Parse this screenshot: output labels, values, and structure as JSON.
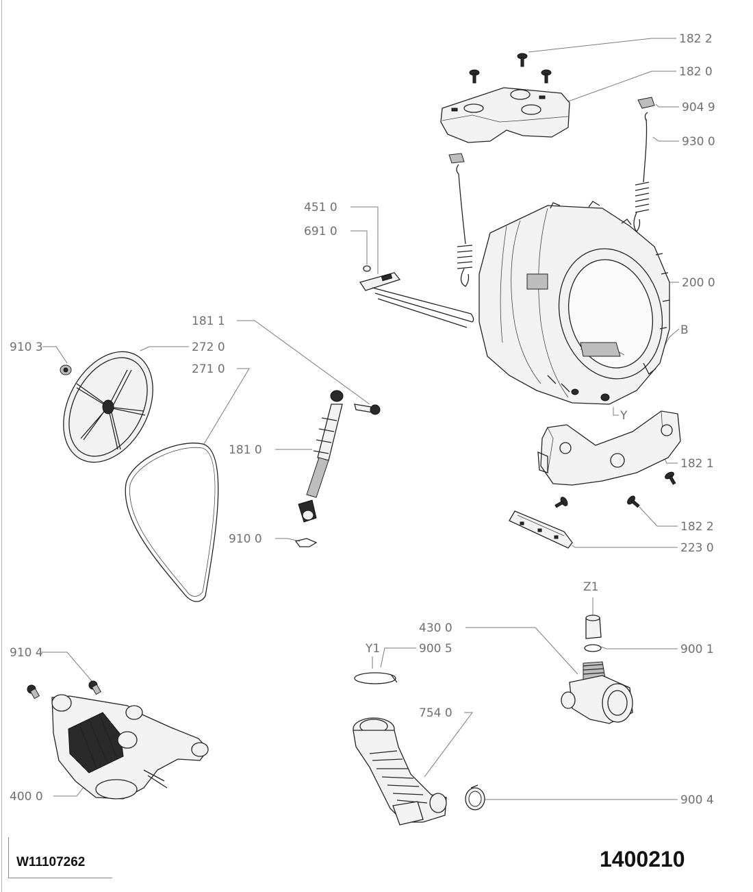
{
  "footer": {
    "model_code": "W11107262",
    "diagram_number": "1400210"
  },
  "callouts": {
    "c1822_top": "182 2",
    "c1820": "182 0",
    "c9049": "904 9",
    "c9300": "930 0",
    "c4510": "451 0",
    "c6910": "691 0",
    "c2000": "200 0",
    "cB": "B",
    "c9103": "910 3",
    "c2720": "272 0",
    "c1811": "181 1",
    "c2710": "271 0",
    "c1810": "181 0",
    "cY": "Y",
    "c1821": "182 1",
    "c1822_bottom": "182 2",
    "c9100": "910 0",
    "c2230": "223 0",
    "cZ1": "Z1",
    "c4300": "430 0",
    "c9001": "900 1",
    "c9104": "910 4",
    "cY1": "Y1",
    "c9005": "900 5",
    "c7540": "754 0",
    "c4000": "400 0",
    "c9004": "900 4"
  }
}
